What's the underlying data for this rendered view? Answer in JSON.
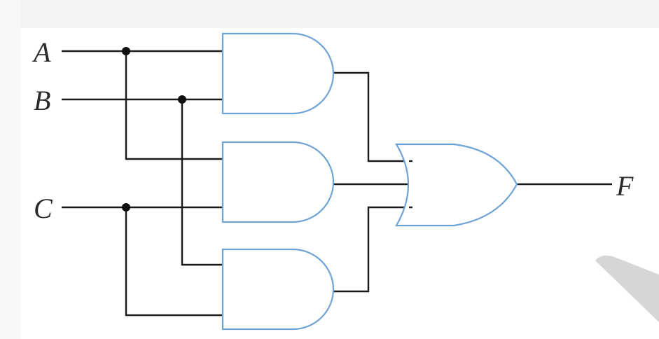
{
  "diagram": {
    "inputs": [
      {
        "id": "A",
        "label": "A"
      },
      {
        "id": "B",
        "label": "B"
      },
      {
        "id": "C",
        "label": "C"
      }
    ],
    "output": {
      "id": "F",
      "label": "F"
    },
    "gates": [
      {
        "id": "and1",
        "type": "AND",
        "inputs": [
          "A",
          "B"
        ]
      },
      {
        "id": "and2",
        "type": "AND",
        "inputs": [
          "A",
          "C"
        ]
      },
      {
        "id": "and3",
        "type": "AND",
        "inputs": [
          "B",
          "C"
        ]
      },
      {
        "id": "or1",
        "type": "OR",
        "inputs": [
          "and1",
          "and2",
          "and3"
        ],
        "output": "F"
      }
    ],
    "colors": {
      "gate_outline": "#6fa3d6",
      "wire": "#1a1a1a",
      "background": "#ffffff"
    }
  }
}
